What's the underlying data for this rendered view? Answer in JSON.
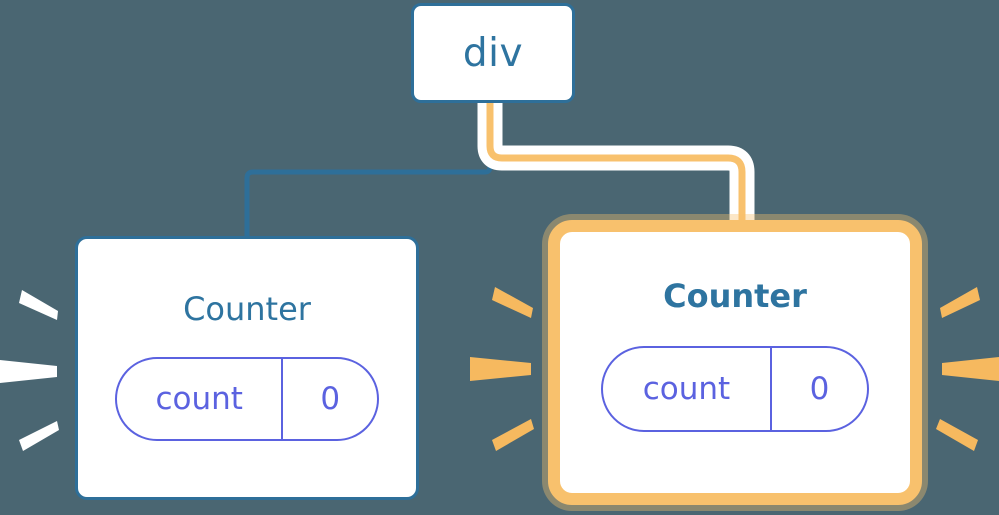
{
  "diagram": {
    "title": "React component tree re-render highlight",
    "background_color": "#4a6672",
    "colors": {
      "blue_border": "#2e6f99",
      "blue_text": "#2e74a0",
      "purple_state": "#5b62e0",
      "highlight_orange": "#f8c16d",
      "highlight_glow": "#fbdcae",
      "white": "#ffffff"
    }
  },
  "nodes": {
    "root": {
      "label": "div",
      "kind": "dom-element",
      "highlighted": false
    },
    "counter_left": {
      "label": "Counter",
      "kind": "component",
      "highlighted": false,
      "state": {
        "key": "count",
        "value": "0"
      }
    },
    "counter_right": {
      "label": "Counter",
      "kind": "component",
      "highlighted": true,
      "state": {
        "key": "count",
        "value": "0"
      }
    }
  },
  "edges": [
    {
      "from": "root",
      "to": "counter_left",
      "style": "thin-blue",
      "highlighted": false
    },
    {
      "from": "root",
      "to": "counter_right",
      "style": "thick-orange-with-white-casing",
      "highlighted": true
    }
  ],
  "sparkles": {
    "left_group": {
      "color": "#ffffff",
      "count": 3,
      "attached_to": "counter_left"
    },
    "middle_group": {
      "color": "#f6b95f",
      "count": 3,
      "attached_to": "counter_right"
    },
    "right_group": {
      "color": "#f6b95f",
      "count": 3,
      "attached_to": "counter_right"
    }
  }
}
